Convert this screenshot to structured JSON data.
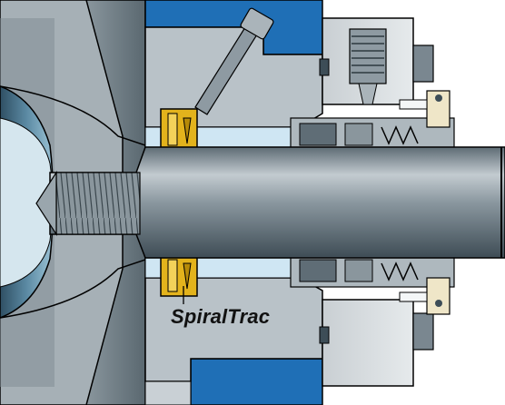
{
  "diagram": {
    "label": "SpiralTrac",
    "colors": {
      "steel_dark": "#3d4d57",
      "steel_mid": "#6e7c85",
      "steel_light": "#c9d0d5",
      "blue_housing": "#1f6fb6",
      "blue_light": "#cfe6f3",
      "gold": "#e3b31c",
      "outline": "#000000"
    },
    "icons": [
      "impeller",
      "shaft",
      "spiraltrac-insert",
      "mechanical-seal",
      "gland-plate",
      "flush-fitting",
      "bolt"
    ]
  }
}
